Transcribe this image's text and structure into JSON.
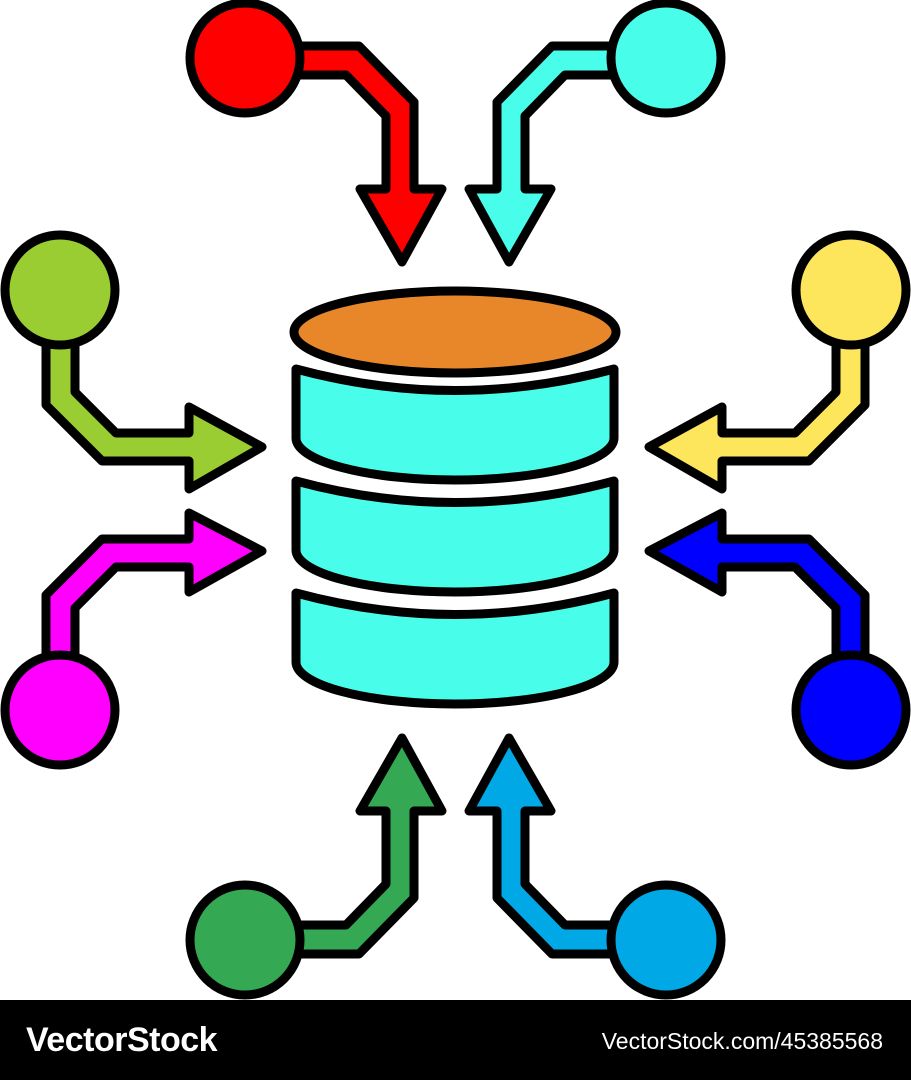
{
  "colors": {
    "outline": "#000000",
    "db_top": "#e8862a",
    "db_body": "#48fde9",
    "connector_red": "#ff0000",
    "connector_cyan": "#48fde9",
    "connector_lime": "#9acd32",
    "connector_yellow": "#fde65b",
    "connector_magenta": "#ff00ff",
    "connector_blue": "#0000ff",
    "connector_green": "#34a853",
    "connector_skyblue": "#00a9e6"
  },
  "icons": {
    "center": "database-icon",
    "connectors": "arrow-into-database-icons"
  },
  "watermark": {
    "logo": "VectorStock",
    "url": "VectorStock.com/45385568"
  }
}
